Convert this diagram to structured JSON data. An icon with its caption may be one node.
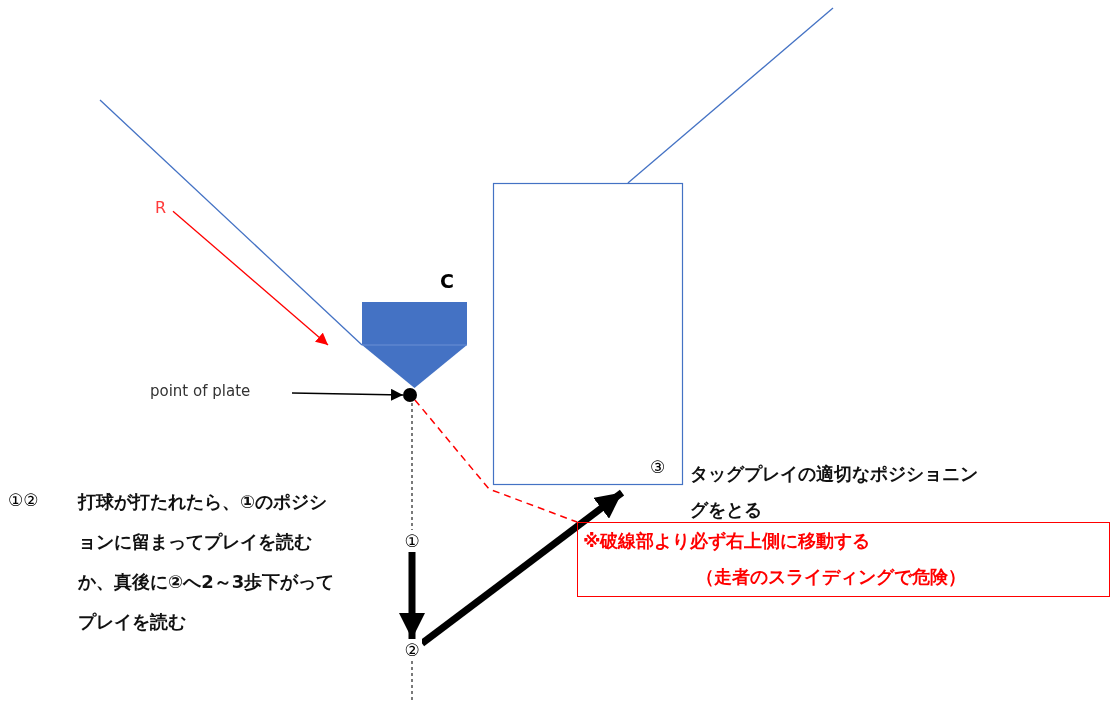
{
  "diagram": {
    "nodes": [
      {
        "text": [
          "R"
        ]
      },
      {
        "text": [],
        "shape": "pentagon",
        "beside": [
          "C"
        ]
      },
      {
        "text": [
          "point of plate"
        ]
      },
      {
        "text": [],
        "shape": "circle"
      },
      {
        "text": [],
        "shape": "box"
      },
      {
        "text": [
          "①"
        ]
      },
      {
        "text": [
          "②"
        ]
      },
      {
        "text": [
          "③",
          "タッグプレイの適切なポジショニングをとる"
        ]
      },
      {
        "text": [
          "※破線部より必ず右上側に移動する",
          "（走者のスライディングで危険）"
        ]
      }
    ],
    "edges": [
      {
        "from": 0,
        "to": null,
        "arrow": "to",
        "color": "#ff0000"
      },
      {
        "from": null,
        "to": 1,
        "arrow": "none",
        "color": "#4472c4"
      },
      {
        "from": 4,
        "to": null,
        "arrow": "none",
        "color": "#4472c4"
      },
      {
        "from": 2,
        "to": 3,
        "arrow": "to"
      },
      {
        "from": 3,
        "to": 8,
        "arrow": "none",
        "style": "dashed",
        "color": "#ff0000"
      },
      {
        "from": 5,
        "to": 6,
        "arrow": "to",
        "style": "thick"
      },
      {
        "from": 6,
        "to": 7,
        "arrow": "to",
        "style": "thick"
      }
    ],
    "labels": [
      "①②",
      "打球が打たれたら、①のポジションに留まってプレイを読むか、真後に②へ2～3歩下がってプレイを読む"
    ]
  }
}
